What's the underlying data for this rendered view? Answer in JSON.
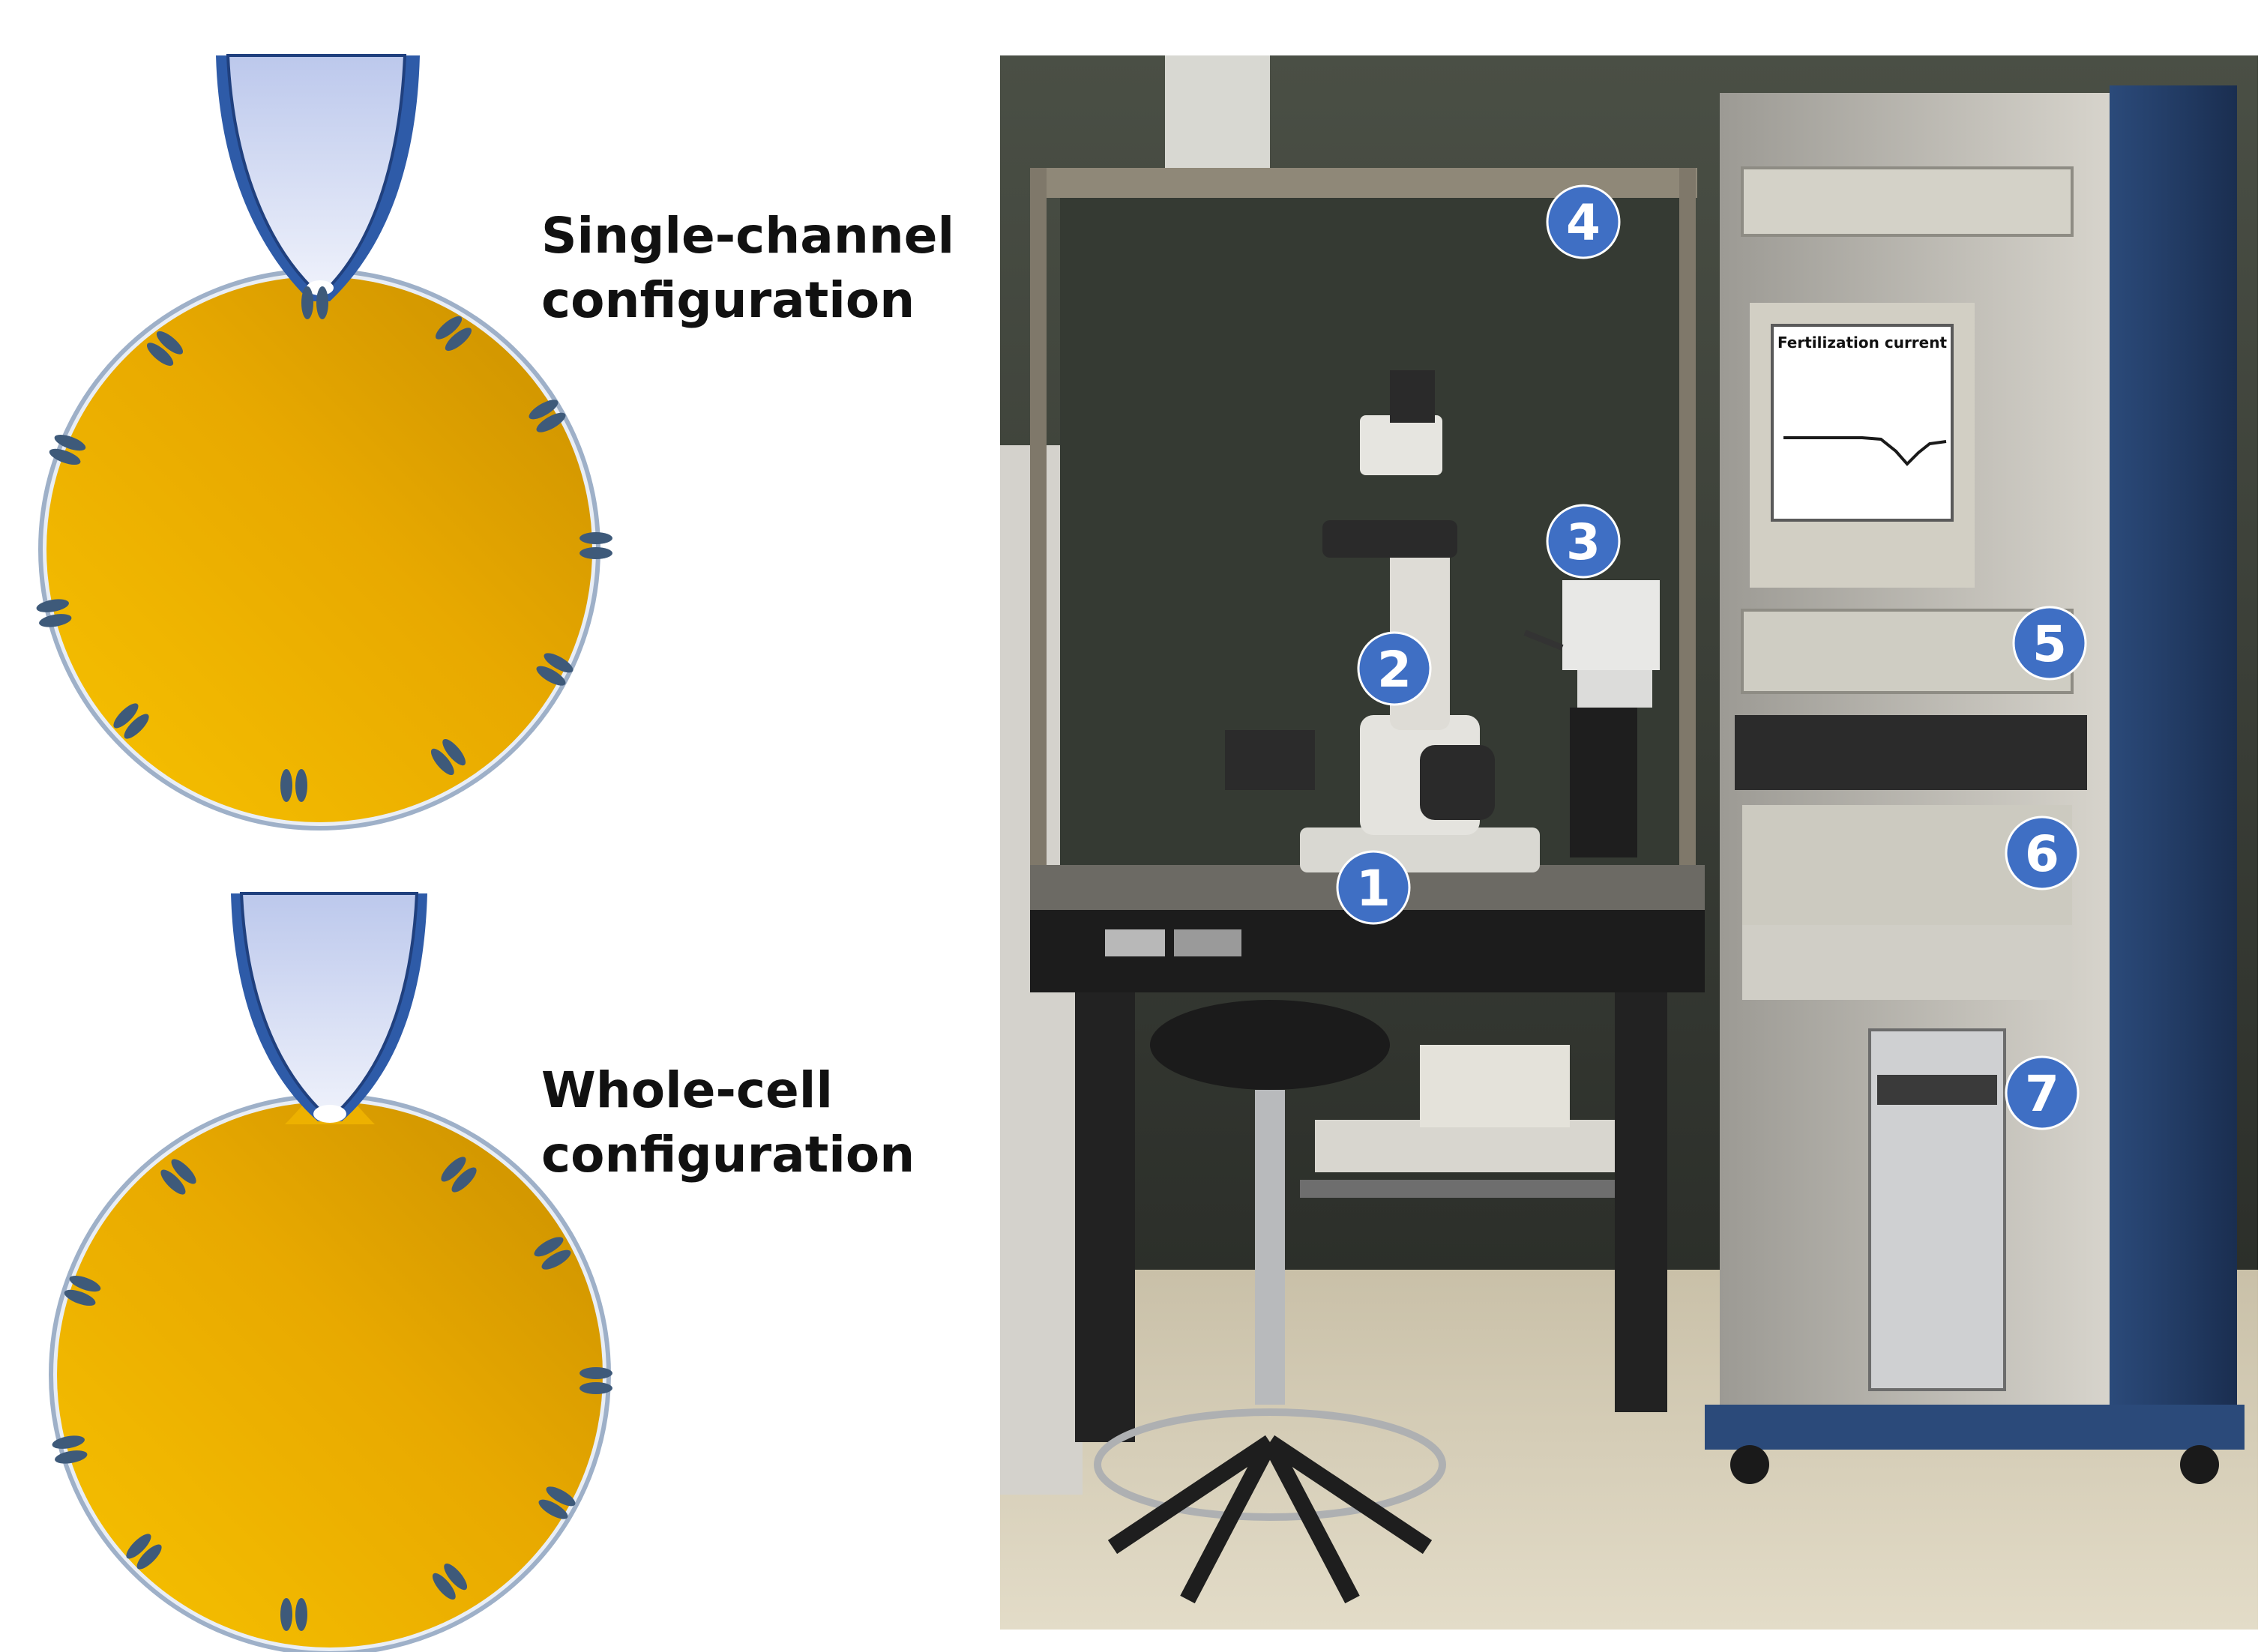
{
  "diagram": {
    "single_channel_label": "Single-channel\nconfiguration",
    "whole_cell_label": "Whole-cell\nconfiguration",
    "cell_color": "#F2B400",
    "pipette_color": "#2E5BA8",
    "pipette_fill": "#C8D2F0",
    "channel_color": "#3E5A7A"
  },
  "photo": {
    "screen_caption": "Fertilization current",
    "marker_color": "#3F6FC4",
    "markers": [
      {
        "label": "1"
      },
      {
        "label": "2"
      },
      {
        "label": "3"
      },
      {
        "label": "4"
      },
      {
        "label": "5"
      },
      {
        "label": "6"
      },
      {
        "label": "7"
      }
    ]
  }
}
